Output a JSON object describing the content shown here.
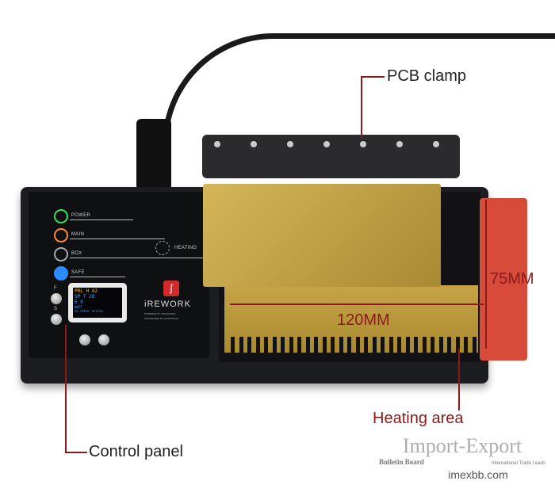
{
  "annotations": {
    "pcb_clamp": "PCB clamp",
    "height_dim": "75MM",
    "width_dim": "120MM",
    "control_panel": "Control panel",
    "heating_area": "Heating area"
  },
  "panel": {
    "leds": [
      {
        "label": "POWER",
        "color": "#3cdc5a"
      },
      {
        "label": "MAIN",
        "color": "#ff8a3c"
      },
      {
        "label": "BOX",
        "color": "#aaaaaa"
      },
      {
        "label": "SAFE",
        "color": "#2a8cff"
      }
    ],
    "heating_label": "HEATING",
    "brand": "iREWORK",
    "brand_sub1": "POWERED BY JIDI DIANZHI",
    "brand_sub2": "SPONSORED BY GOWTONGH",
    "side_buttons": [
      "F",
      "S"
    ],
    "lcd": {
      "line1": "PRL H 42",
      "line2": "SP T 28",
      "line3": "  E 0",
      "line4": "WAIT",
      "line5": "no other action"
    }
  },
  "watermark": {
    "title": "Import-Export",
    "subtitle": "Bulletin Board",
    "tagline": "International Trade Leads",
    "site": "imexbb.com"
  },
  "colors": {
    "annotation_red": "#8b1a1a",
    "brass": "#c8a348",
    "handle": "#d84a3a"
  }
}
